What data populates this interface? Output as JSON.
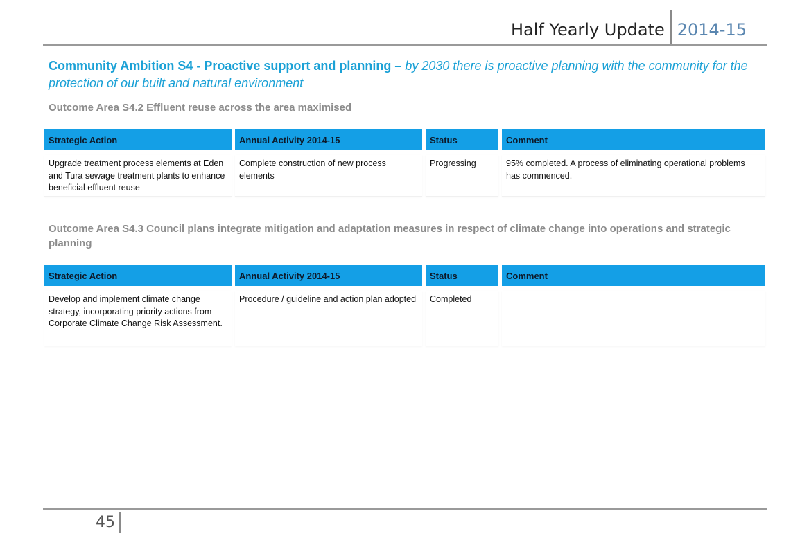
{
  "header": {
    "title": "Half Yearly Update",
    "year": "2014-15"
  },
  "ambition": {
    "bold": "Community Ambition S4 - Proactive support and planning –",
    "italic": " by 2030 there is proactive planning with the community for the protection of our built and natural environment"
  },
  "sections": [
    {
      "outcome": "Outcome Area S4.2 Effluent reuse across the area maximised",
      "headers": [
        "Strategic Action",
        "Annual Activity 2014-15",
        "Status",
        "Comment"
      ],
      "row": [
        "Upgrade treatment process elements at Eden and Tura sewage treatment plants to enhance beneficial effluent reuse",
        "Complete construction of new process elements",
        "Progressing",
        "95% completed. A process of eliminating operational problems has commenced."
      ]
    },
    {
      "outcome": "Outcome Area S4.3 Council plans integrate mitigation and adaptation measures in respect of climate change into operations and strategic planning",
      "headers": [
        "Strategic Action",
        "Annual Activity 2014-15",
        "Status",
        "Comment"
      ],
      "row": [
        "Develop and implement climate change strategy, incorporating priority actions from Corporate Climate Change Risk Assessment.",
        "Procedure / guideline and action plan adopted",
        "Completed",
        ""
      ]
    }
  ],
  "footer": {
    "page_number": "45"
  }
}
